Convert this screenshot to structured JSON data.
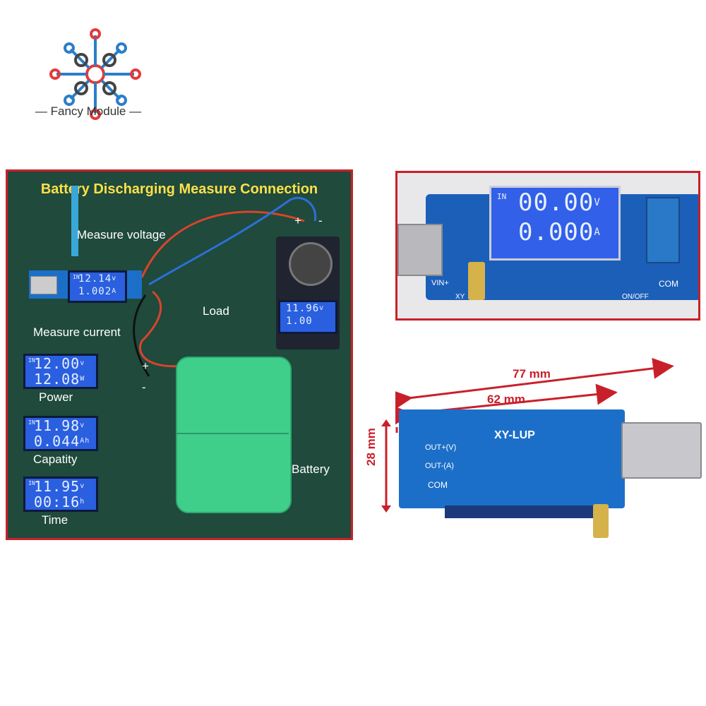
{
  "brand": {
    "name": "Fancy Module"
  },
  "left_panel": {
    "title": "Battery Discharging Measure Connection",
    "labels": {
      "measure_voltage": "Measure voltage",
      "measure_current": "Measure current",
      "load": "Load",
      "battery": "Battery",
      "plus": "+",
      "minus": "-",
      "power": "Power",
      "capacity": "Capatity",
      "time": "Time"
    },
    "meter_main": {
      "line1": "12.14",
      "unit1": "v",
      "line2": "1.002",
      "unit2": "A",
      "tag": "IN"
    },
    "load_meter": {
      "line1": "11.96",
      "unit1": "v",
      "line2": "1.00",
      "unit2": ""
    },
    "readouts": [
      {
        "tag": "IN",
        "line1": "12.00",
        "unit1": "v",
        "line2": "12.08",
        "unit2": "W"
      },
      {
        "tag": "IN",
        "line1": "11.98",
        "unit1": "v",
        "line2": "0.044",
        "unit2": "Ah"
      },
      {
        "tag": "IN",
        "line1": "11.95",
        "unit1": "v",
        "line2": "00:16",
        "unit2": "h"
      }
    ]
  },
  "right_top": {
    "display": {
      "tag": "IN",
      "line1": "00.00",
      "unit1": "V",
      "line2": "0.000",
      "unit2": "A"
    },
    "silk": {
      "vin": "VIN+",
      "com": "COM",
      "onoff": "ON/OFF",
      "xy": "XY"
    }
  },
  "dimensions": {
    "length_total": "77 mm",
    "length_board": "62 mm",
    "width": "28 mm"
  },
  "board_bottom": {
    "name": "XY-LUP",
    "out_v": "OUT+(V)",
    "out_a": "OUT-(A)",
    "com": "COM"
  },
  "colors": {
    "accent_red": "#c8202a",
    "board_blue": "#1c6fc8",
    "lcd_blue": "#2a5fe0",
    "battery_green": "#3fcf8a"
  }
}
